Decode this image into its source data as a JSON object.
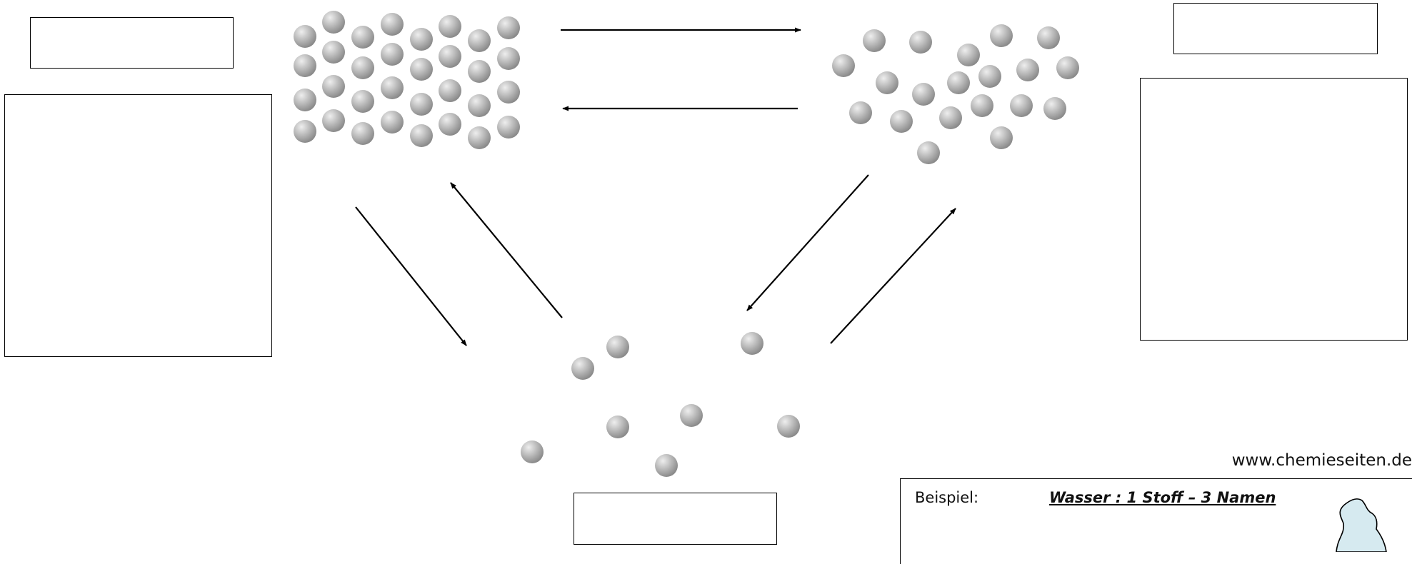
{
  "website": "www.chemieseiten.de",
  "example": {
    "label": "Beispiel:",
    "title": "Wasser : 1 Stoff – 3 Namen"
  },
  "colors": {
    "particle_light": "#e6e6e6",
    "particle_dark": "#8a8a8a",
    "ice": "#d6eaf0",
    "line": "#000000"
  },
  "icons": [
    "arrow-icon",
    "particle-icon",
    "iceberg-icon"
  ]
}
